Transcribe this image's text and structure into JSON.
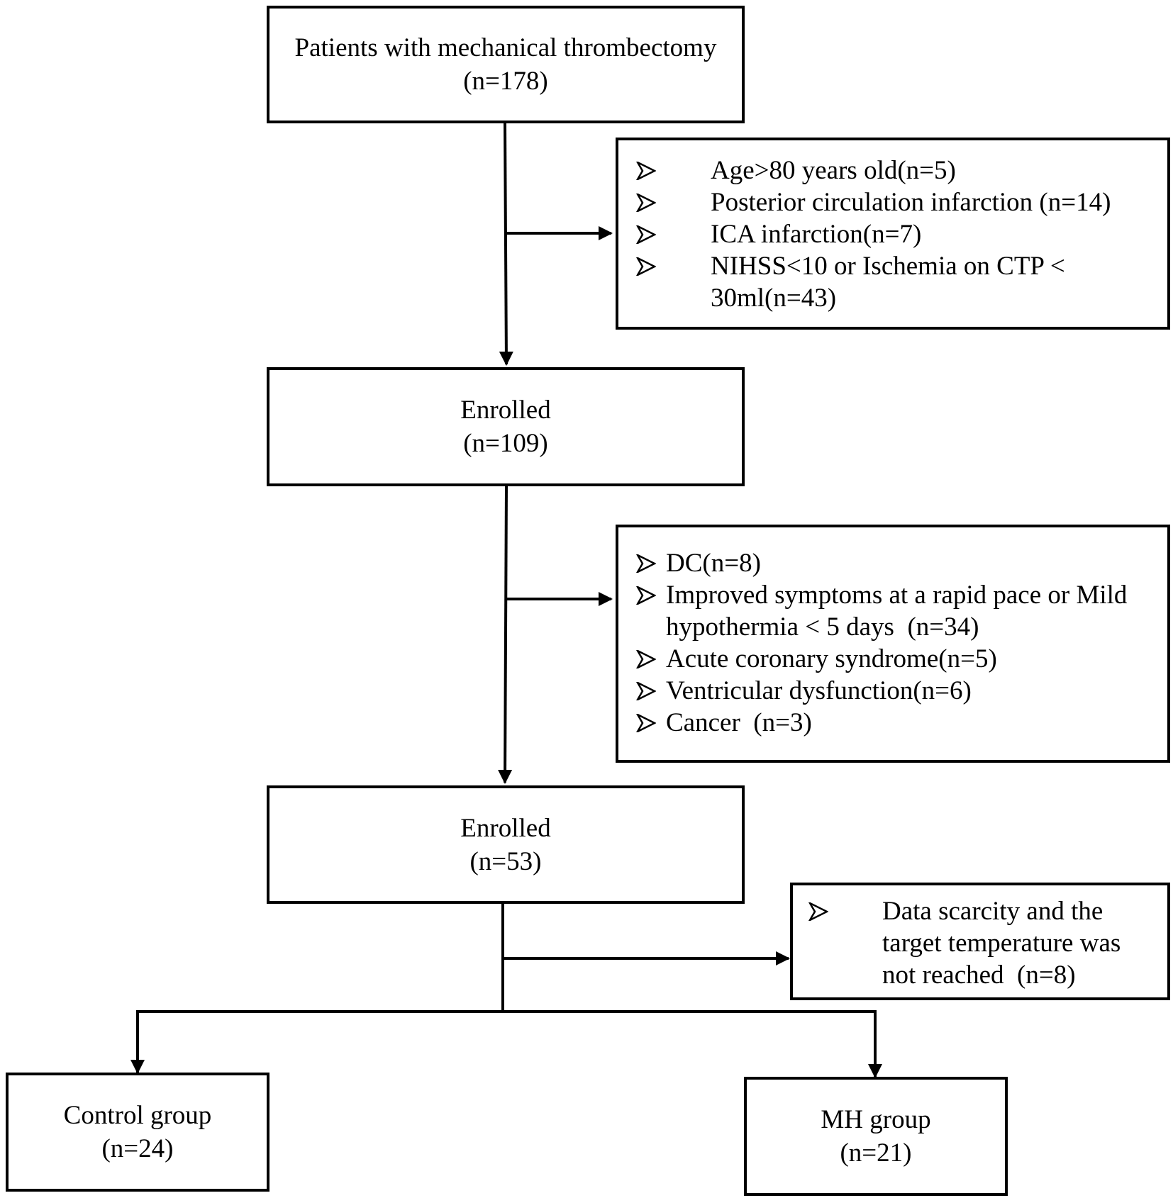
{
  "boxes": {
    "start": {
      "line1": "Patients with mechanical thrombectomy",
      "line2": "(n=178)"
    },
    "exclusion1": {
      "items": [
        "Age>80 years old(n=5)",
        "Posterior circulation infarction (n=14)",
        "ICA infarction(n=7)",
        "NIHSS<10 or Ischemia on CTP < 30ml(n=43)"
      ]
    },
    "enrolled1": {
      "line1": "Enrolled",
      "line2": "(n=109)"
    },
    "exclusion2": {
      "items": [
        "DC(n=8)",
        "Improved symptoms at a rapid pace or Mild hypothermia < 5 days  (n=34)",
        "Acute coronary syndrome(n=5)",
        "Ventricular dysfunction(n=6)",
        "Cancer  (n=3)"
      ]
    },
    "enrolled2": {
      "line1": "Enrolled",
      "line2": "(n=53)"
    },
    "exclusion3": {
      "items": [
        "Data scarcity and the target temperature was not reached  (n=8)"
      ]
    },
    "control": {
      "line1": "Control group",
      "line2": "(n=24)"
    },
    "mh": {
      "line1": "MH group",
      "line2": "(n=21)"
    }
  }
}
